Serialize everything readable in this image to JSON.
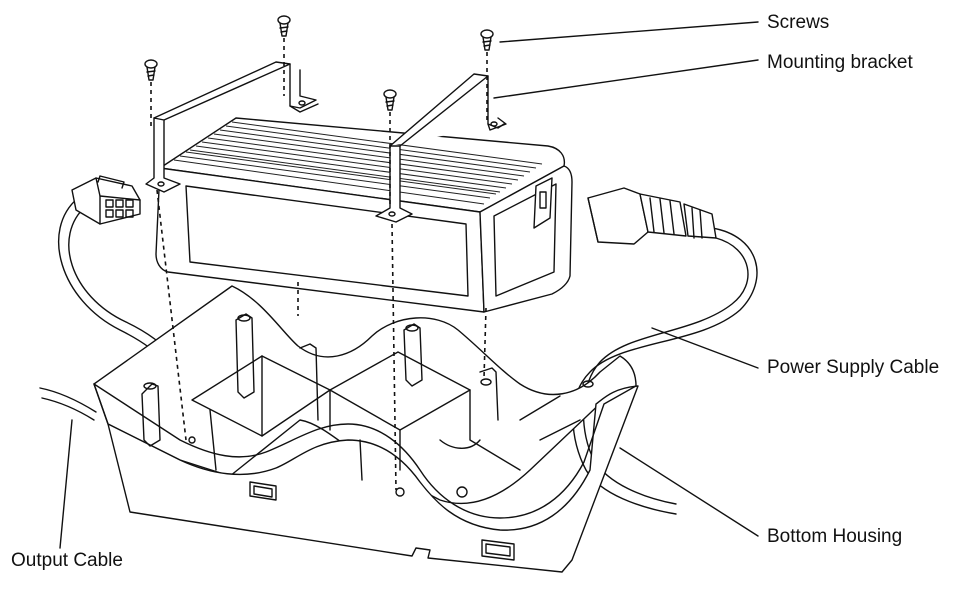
{
  "labels": {
    "screws": "Screws",
    "mounting_bracket": "Mounting bracket",
    "power_supply_cable": "Power Supply Cable",
    "bottom_housing": "Bottom Housing",
    "output_cable": "Output Cable"
  },
  "colors": {
    "line": "#111111",
    "background": "#ffffff"
  }
}
